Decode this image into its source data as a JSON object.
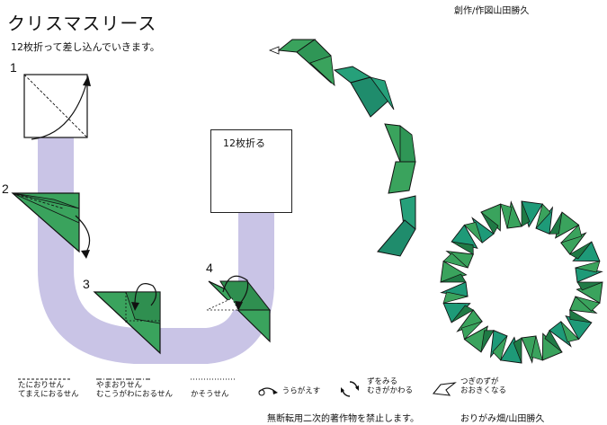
{
  "header": {
    "title": "クリスマスリース",
    "subtitle": "12枚折って差し込んでいきます。",
    "credit": "創作/作図山田勝久"
  },
  "steps": [
    "1",
    "2",
    "3",
    "4"
  ],
  "inset": {
    "label": "12枚折る"
  },
  "legend": {
    "valley_fold": [
      "たにおりせん",
      "てまえにおるせん"
    ],
    "mountain_fold": [
      "やまおりせん",
      "むこうがわにおるせん"
    ],
    "crease": "かそうせん",
    "turn_over": "うらがえす",
    "rotate": [
      "ずをみる",
      "むきがかわる"
    ],
    "enlarge": [
      "つぎのずが",
      "おおきくなる"
    ]
  },
  "footer": {
    "notice": "無断転用二次的著作物を禁止します。",
    "credit": "おりがみ畑/山田勝久"
  },
  "colors": {
    "paper_green": "#3aa35d",
    "paper_green_dark": "#1f7a45",
    "paper_teal": "#1e9a78",
    "path_band": "#c9c4e6",
    "outline": "#111111"
  }
}
